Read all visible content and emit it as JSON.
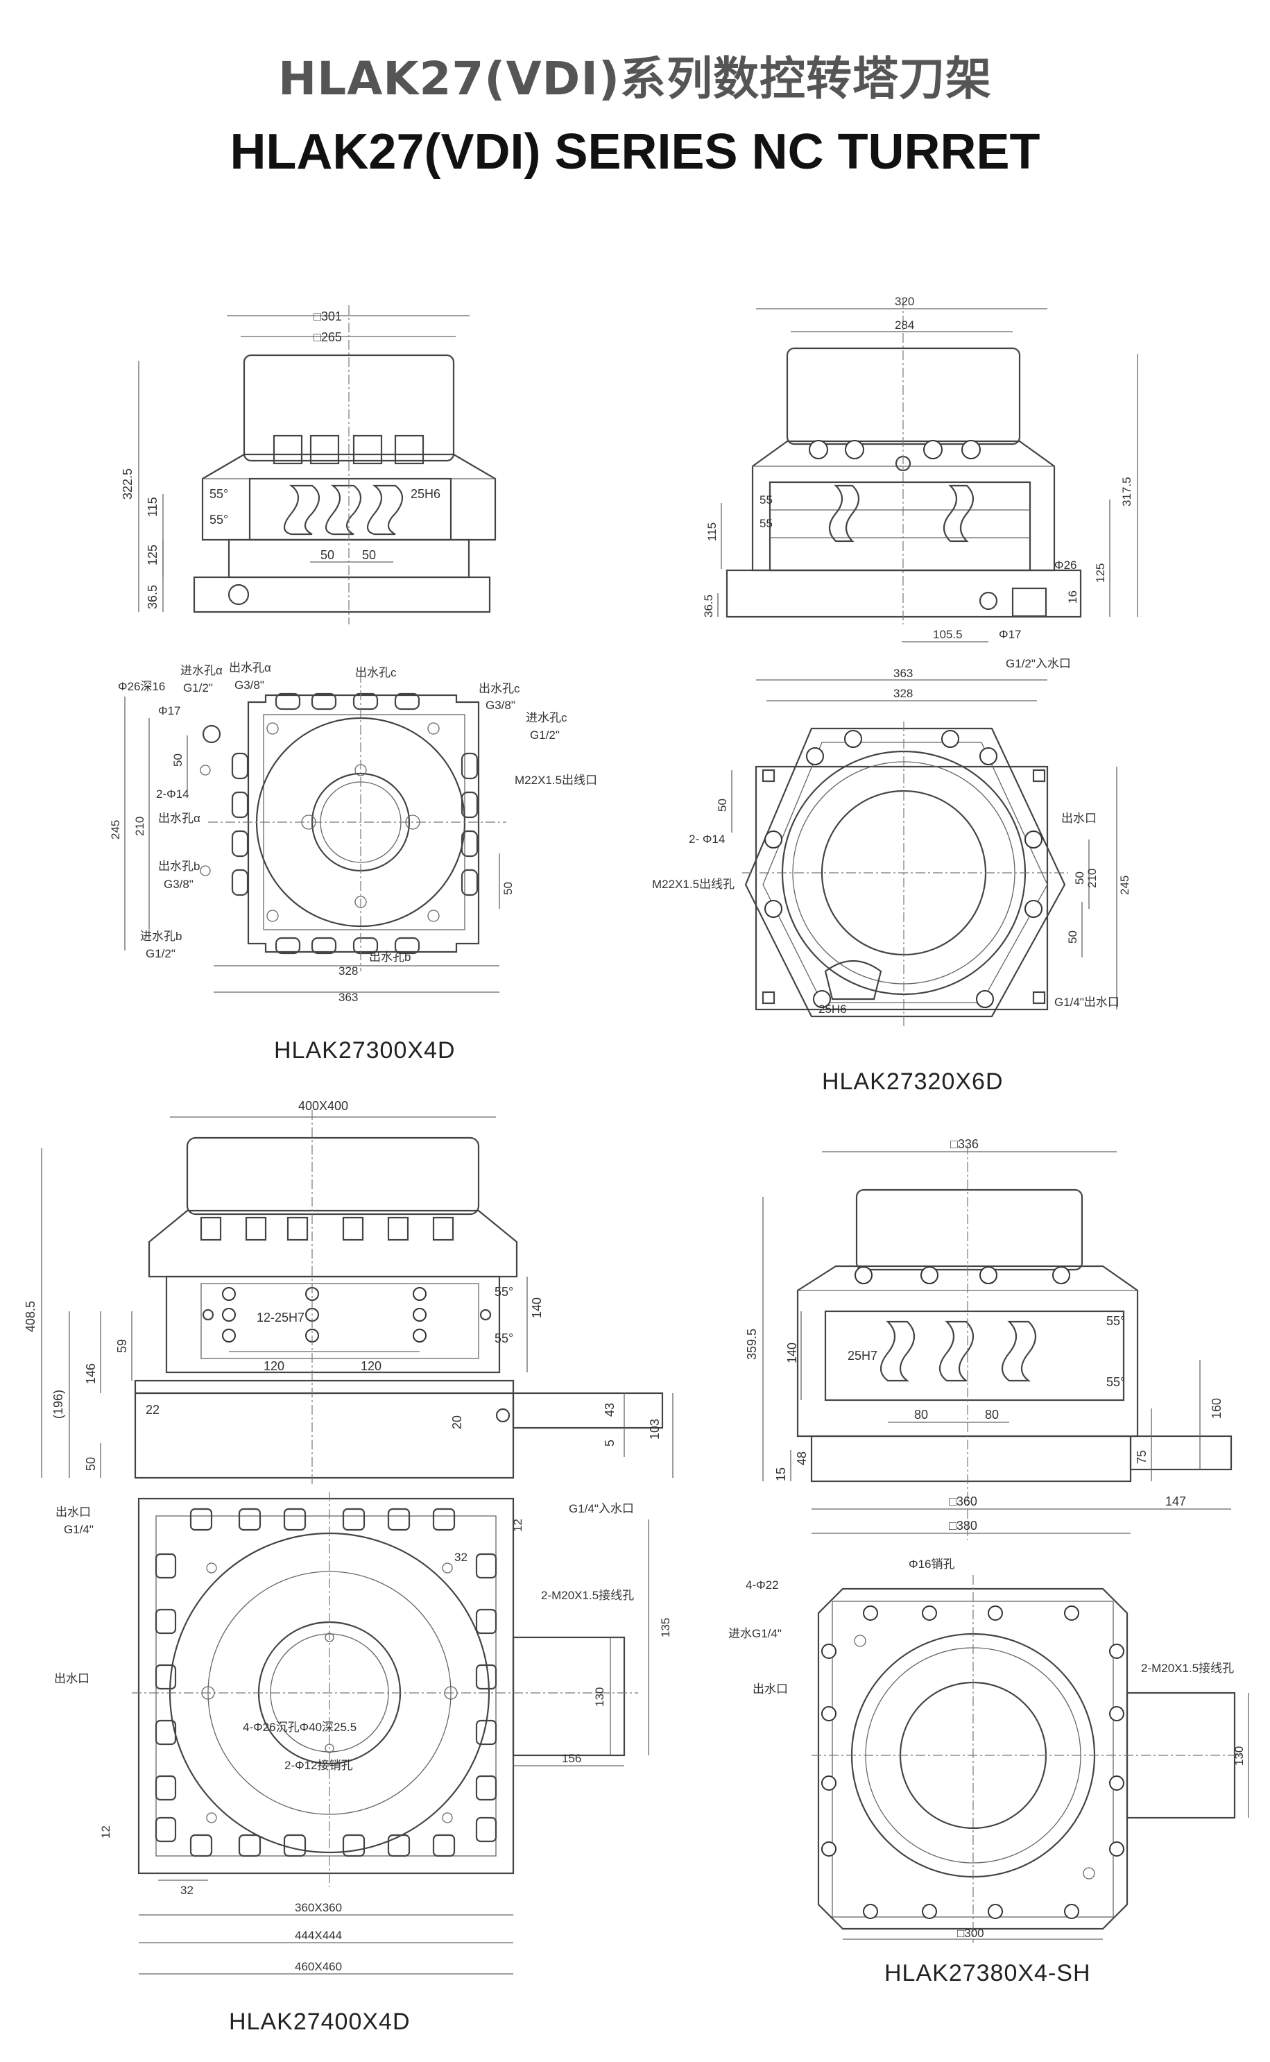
{
  "title": {
    "cn": "HLAK27(VDI)系列数控转塔刀架",
    "en": "HLAK27(VDI) SERIES NC TURRET"
  },
  "models": {
    "m1": "HLAK27300X4D",
    "m2": "HLAK27320X6D",
    "m3": "HLAK27400X4D",
    "m4": "HLAK27380X4-SH"
  },
  "v1_side": {
    "d301": "□301",
    "d265": "□265",
    "h3225": "322.5",
    "h115": "115",
    "h125": "125",
    "h365": "36.5",
    "a55a": "55°",
    "a55b": "55°",
    "h25": "25H6",
    "s50a": "50",
    "s50b": "50"
  },
  "v1_top": {
    "phi26": "Φ26深16",
    "phi17": "Φ17",
    "in_a": "进水孔α",
    "in_a_g": "G1/2\"",
    "out_a": "出水孔α",
    "out_a_g": "G3/8\"",
    "out_c": "出水孔c",
    "out_c2": "出水孔c",
    "out_c2_g": "G3/8\"",
    "in_c": "进水孔c",
    "in_c_g": "G1/2\"",
    "m22": "M22X1.5出线口",
    "d50t": "50",
    "phi14": "2-Φ14",
    "d245": "245",
    "d210": "210",
    "out_a2": "出水孔α",
    "out_b": "出水孔b",
    "out_b_g": "G3/8\"",
    "d50r": "50",
    "in_b": "进水孔b",
    "in_b_g": "G1/2\"",
    "out_b2": "出水孔b",
    "d328": "328",
    "d363": "363"
  },
  "v2_side": {
    "d320": "320",
    "d284": "284",
    "h115": "115",
    "a55a": "55",
    "a55b": "55",
    "h3175": "317.5",
    "phi26": "Φ26",
    "h125": "125",
    "h16": "16",
    "h365": "36.5",
    "d1055": "105.5",
    "phi17": "Φ17",
    "g12": "G1/2\"入水口"
  },
  "v2_top": {
    "d363": "363",
    "d328": "328",
    "d50": "50",
    "phi14": "2- Φ14",
    "m22": "M22X1.5出线孔",
    "out": "出水口",
    "r50a": "50",
    "r210": "210",
    "r245": "245",
    "r50b": "50",
    "h25": "25H6",
    "g14": "G1/4\"出水口"
  },
  "v3_side": {
    "d400": "400X400",
    "h4085": "408.5",
    "h59": "59",
    "h196": "(196)",
    "h146": "146",
    "h50": "50",
    "h12": "12-25H7",
    "s120a": "120",
    "s120b": "120",
    "a55a": "55°",
    "h140": "140",
    "a55b": "55°",
    "d22": "22",
    "d20": "20",
    "h43": "43",
    "h5": "5",
    "h103": "103"
  },
  "v3_top": {
    "out": "出水口",
    "out_g": "G1/4\"",
    "in": "G1/4\"入水口",
    "d12": "12",
    "d32": "32",
    "m20": "2-M20X1.5接线孔",
    "d135": "135",
    "out2": "出水口",
    "d130": "130",
    "phi26": "4-Φ26沉孔Φ40深25.5",
    "phi12": "2-Φ12接销孔",
    "d156": "156",
    "d12b": "12",
    "d32b": "32",
    "d360": "360X360",
    "d444": "444X444",
    "d460": "460X460"
  },
  "v4_side": {
    "d336": "□336",
    "h3595": "359.5",
    "h140": "140",
    "h25": "25H7",
    "a55a": "55°",
    "a55b": "55°",
    "h160": "160",
    "s80a": "80",
    "s80b": "80",
    "h75": "75",
    "h15": "15",
    "h48": "48",
    "d360": "□360",
    "d147": "147",
    "d380": "□380"
  },
  "v4_top": {
    "phi16": "Φ16销孔",
    "phi22": "4-Φ22",
    "in": "进水G1/4\"",
    "out": "出水口",
    "m20": "2-M20X1.5接线孔",
    "d130": "130",
    "d300": "□300"
  }
}
